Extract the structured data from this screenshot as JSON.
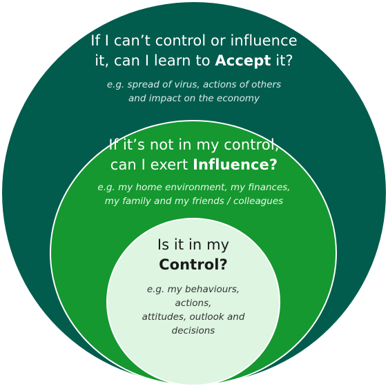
{
  "outer": {
    "line1": "If I can’t control or influence",
    "line2_prefix": "it, can I learn to ",
    "line2_bold": "Accept",
    "line2_suffix": " it?",
    "example_line1": "e.g. spread of virus, actions of others",
    "example_line2": "and impact on the economy"
  },
  "middle": {
    "line1": "If it’s not in my control,",
    "line2_prefix": "can I exert ",
    "line2_bold": "Influence?",
    "example_line1": "e.g. my home environment, my finances,",
    "example_line2": "my family and my friends / colleagues"
  },
  "inner": {
    "line1": "Is it in my",
    "line2_bold": "Control?",
    "example_line1": "e.g. my behaviours, actions,",
    "example_line2": "attitudes, outlook and",
    "example_line3": "decisions"
  },
  "colors": {
    "outer_fill": "#025c4e",
    "middle_fill": "#15982f",
    "inner_fill": "#ddf5e1"
  }
}
